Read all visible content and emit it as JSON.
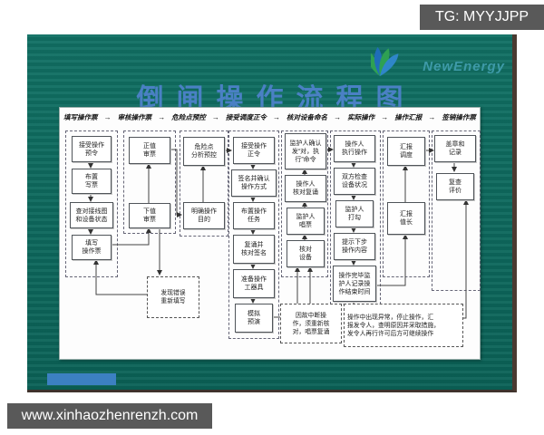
{
  "watermarks": {
    "top_badge": "TG: MYYJJPP",
    "bottom_bar": "www.xinhaozhenrenzh.com"
  },
  "slide": {
    "title": "倒闸操作流程图",
    "logo_text": "NewEnergy"
  },
  "colors": {
    "slide_teal": "#0e6b5f",
    "title_blue": "#4a80c4",
    "accent_bar_blue": "#3c80c2",
    "watermark_gray": "#595959",
    "logo_green": "#2ea053",
    "logo_blue": "#1f6db8"
  },
  "flowchart": {
    "header_arrow": "→",
    "headers": [
      "填写操作票",
      "审核操作票",
      "危险点预控",
      "接受调度正令",
      "核对设备命名",
      "实际操作",
      "操作汇报",
      "签销操作票"
    ],
    "boxes": {
      "b11": "接受操作\n预令",
      "b12": "布置\n写票",
      "b13": "查对接线图\n和设备状态",
      "b14": "填写\n操作票",
      "b21": "正值\n审票",
      "b22": "下值\n审票",
      "b31": "危险点\n分析预控",
      "b32": "明确操作\n目的",
      "b41": "接受操作\n正令",
      "b42": "签名并确认\n操作方式",
      "b43": "布置操作\n任务",
      "b44": "复诵并\n核对签名",
      "b45": "准备操作\n工器具",
      "b46": "模拟\n预演",
      "b51": "监护人确认\n发“对，执\n行”命令",
      "b52": "操作人\n核对复诵",
      "b53": "监护人\n唱票",
      "b54": "核对\n设备",
      "b61": "操作人\n执行操作",
      "b62": "双方检查\n设备状况",
      "b63": "监护人\n打勾",
      "b64": "提示下步\n操作内容",
      "b65": "操作完毕监\n护人记录操\n作结束时间",
      "b71": "汇报\n调度",
      "b72": "汇报\n值长",
      "b81": "盖章和\n记录",
      "b82": "复查\n评价"
    },
    "notes": {
      "n1": "发现错误\n重新填写",
      "n2": "因故中断操\n作，须重新核\n对，唱票复诵",
      "n3": "操作中出现异常，停止操作，汇\n报发令人，查明原因并采取措施，\n发令人再行许可后方可继续操作"
    }
  }
}
